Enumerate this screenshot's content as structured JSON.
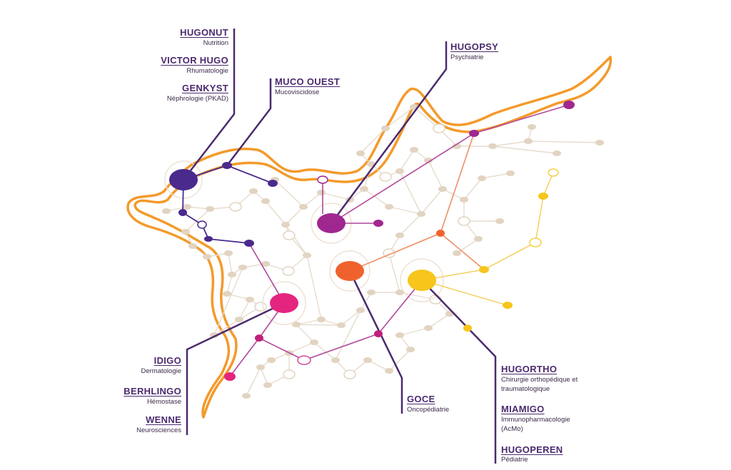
{
  "colors": {
    "region_outline": "#f39a2b",
    "leader": "#4b2a6e",
    "network_beige": "#e2d4c1",
    "purple_dark": "#4a2a8c",
    "magenta": "#a0278f",
    "pink": "#e4257f",
    "orange_red": "#f0622d",
    "yellow": "#f7c51b",
    "salmon_line": "#ef8a5e",
    "magenta_line": "#c0519c",
    "yellow_line": "#f5d26a"
  },
  "labels": {
    "hugonut": {
      "title": "HUGONUT",
      "sub": "Nutrition"
    },
    "victor_hugo": {
      "title": "VICTOR HUGO",
      "sub": "Rhumatologie"
    },
    "genkyst": {
      "title": "GENKYST",
      "sub": "Néphrologie (PKAD)"
    },
    "muco_ouest": {
      "title": "MUCO OUEST",
      "sub": "Mucoviscidose"
    },
    "hugopsy": {
      "title": "HUGOPSY",
      "sub": "Psychiatrie"
    },
    "idigo": {
      "title": "IDIGO",
      "sub": "Dermatologie"
    },
    "berhlingo": {
      "title": "BERHLINGO",
      "sub": "Hémostase"
    },
    "wenne": {
      "title": "WENNE",
      "sub": "Neurosciences"
    },
    "goce": {
      "title": "GOCE",
      "sub": "Oncopédiatrie"
    },
    "hugortho": {
      "title": "HUGORTHO",
      "sub1": "Chirurgie orthopédique et",
      "sub2": "traumatologique"
    },
    "miamigo": {
      "title": "MIAMIGO",
      "sub1": "Immunopharmacologie",
      "sub2": "(AcMo)"
    },
    "hugoperen": {
      "title": "HUGOPEREN",
      "sub": "Pédiatrie"
    }
  }
}
